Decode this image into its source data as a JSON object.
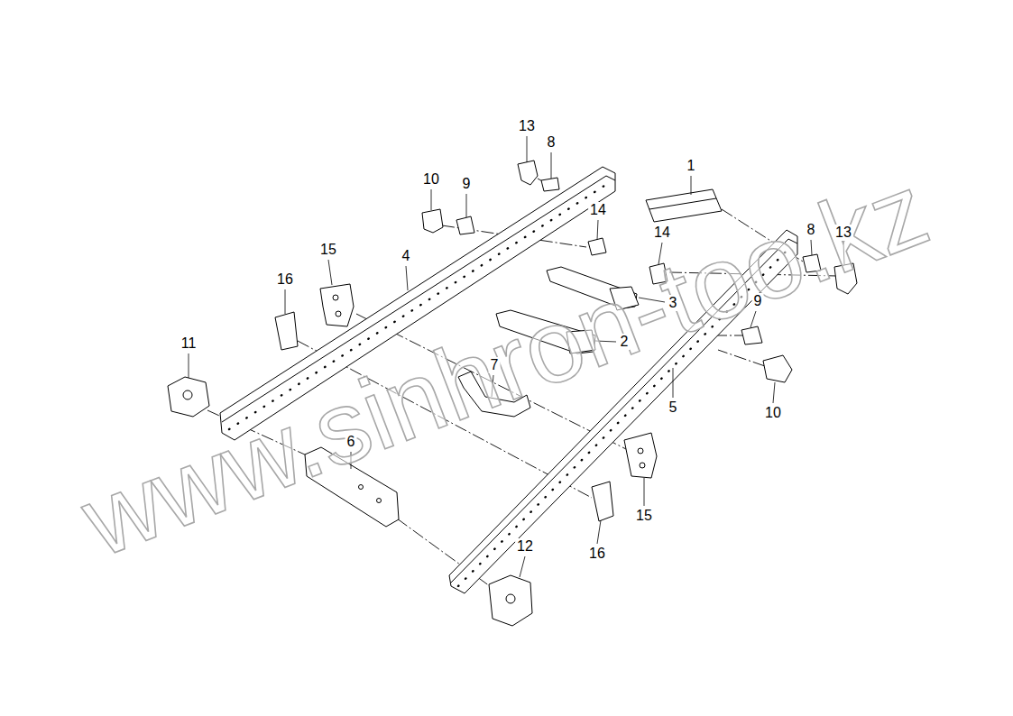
{
  "diagram": {
    "labels": [
      "13",
      "8",
      "1",
      "10",
      "9",
      "14",
      "8",
      "13",
      "14",
      "15",
      "4",
      "16",
      "9",
      "3",
      "2",
      "11",
      "7",
      "5",
      "10",
      "6",
      "15",
      "12",
      "16",
      "www.sinhron-too.kz"
    ]
  }
}
